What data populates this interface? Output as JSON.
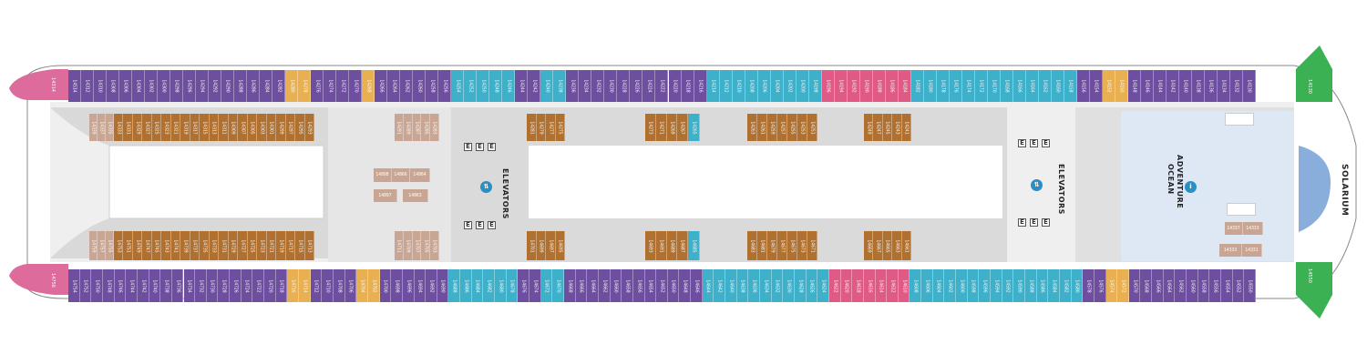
{
  "map": {
    "labels": {
      "elevators_forward": "ELEVATORS",
      "elevators_aft": "ELEVATORS",
      "adventure_ocean_line1": "ADVENTURE",
      "adventure_ocean_line2": "OCEAN",
      "solarium": "SOLARIUM"
    },
    "colors": {
      "purple": "#6e4e9e",
      "teal": "#3fb0c9",
      "pink": "#e05a86",
      "brown": "#b0702f",
      "orange": "#e8b050",
      "tan": "#c9a693",
      "green": "#3bb153",
      "hull_pink": "#dd6b9c",
      "deck_gray": "#dcdcdc",
      "light_blue": "#dde8f4"
    },
    "top_row_cabins": [
      "14514",
      "14312",
      "14310",
      "14308",
      "14306",
      "14304",
      "14302",
      "14300",
      "14298",
      "14296",
      "14294",
      "14292",
      "14290",
      "14288",
      "14286",
      "14284",
      "14282",
      "14280",
      "14278",
      "14276",
      "14274",
      "14272",
      "14270",
      "14268",
      "14266",
      "14264",
      "14262",
      "14260",
      "14258",
      "14256",
      "14254",
      "14252",
      "14250",
      "14248",
      "14246",
      "14244",
      "14242",
      "14240",
      "14238",
      "14236",
      "14234",
      "14232",
      "14230",
      "14228",
      "14226",
      "14224",
      "14222",
      "14220",
      "14218",
      "14216",
      "14214",
      "14212",
      "14210",
      "14208",
      "14206",
      "14204",
      "14202",
      "14200",
      "14198",
      "14196",
      "14194",
      "14192",
      "14190",
      "14188",
      "14186",
      "14184",
      "14182",
      "14180",
      "14178",
      "14176",
      "14174",
      "14172",
      "14170",
      "14168",
      "14166",
      "14164",
      "14162",
      "14160",
      "14158",
      "14156",
      "14154",
      "14152",
      "14150",
      "14148",
      "14146",
      "14144",
      "14142",
      "14140",
      "14138",
      "14136",
      "14134",
      "14132",
      "14130"
    ],
    "bottom_row_cabins": [
      "14754",
      "14752",
      "14750",
      "14748",
      "14746",
      "14744",
      "14742",
      "14740",
      "14738",
      "14736",
      "14734",
      "14732",
      "14730",
      "14728",
      "14726",
      "14724",
      "14722",
      "14720",
      "14718",
      "14716",
      "14714",
      "14712",
      "14710",
      "14708",
      "14706",
      "14704",
      "14702",
      "14700",
      "14698",
      "14696",
      "14694",
      "14692",
      "14690",
      "14688",
      "14686",
      "14684",
      "14682",
      "14680",
      "14678",
      "14676",
      "14674",
      "14672",
      "14670",
      "14668",
      "14666",
      "14664",
      "14662",
      "14660",
      "14658",
      "14656",
      "14654",
      "14652",
      "14650",
      "14648",
      "14646",
      "14644",
      "14642",
      "14640",
      "14638",
      "14636",
      "14634",
      "14632",
      "14630",
      "14628",
      "14626",
      "14624",
      "14622",
      "14620",
      "14618",
      "14616",
      "14614",
      "14612",
      "14610",
      "14608",
      "14606",
      "14604",
      "14602",
      "14600",
      "14598",
      "14596",
      "14594",
      "14592",
      "14590",
      "14588",
      "14586",
      "14584",
      "14582",
      "14580",
      "14578",
      "14576",
      "14574",
      "14572",
      "14570",
      "14568",
      "14566",
      "14564",
      "14562",
      "14560",
      "14558",
      "14556",
      "14554",
      "14552",
      "14550"
    ],
    "inner_top_cabins": [
      "14339",
      "14337",
      "14335",
      "14333",
      "14331",
      "14329",
      "14327",
      "14325",
      "14323",
      "14321",
      "14319",
      "14317",
      "14315",
      "14313",
      "14311",
      "14309",
      "14307",
      "14305",
      "14303",
      "14301",
      "14299",
      "14297",
      "14295",
      "14293",
      "14291",
      "14289",
      "14287",
      "14285",
      "14283",
      "14281",
      "14279",
      "14277",
      "14275",
      "14273",
      "14271",
      "14269",
      "14267",
      "14265",
      "14263",
      "14261",
      "14259",
      "14257",
      "14255",
      "14253",
      "14251",
      "14249",
      "14247",
      "14245",
      "14243",
      "14241"
    ],
    "inner_bottom_cabins": [
      "14759",
      "14757",
      "14755",
      "14753",
      "14751",
      "14749",
      "14747",
      "14745",
      "14743",
      "14741",
      "14739",
      "14737",
      "14735",
      "14733",
      "14731",
      "14729",
      "14727",
      "14725",
      "14723",
      "14721",
      "14719",
      "14717",
      "14715",
      "14713",
      "14711",
      "14709",
      "14707",
      "14705",
      "14703",
      "14701",
      "14699",
      "14697",
      "14695",
      "14693",
      "14691",
      "14689",
      "14687",
      "14685",
      "14683",
      "14681",
      "14679",
      "14677",
      "14675",
      "14673",
      "14671",
      "14669",
      "14667",
      "14665",
      "14663",
      "14661"
    ],
    "bow_top": "14130",
    "bow_bottom": "14550",
    "stern_top": "14314",
    "stern_bottom": "14756",
    "center_block_cabins": [
      "14898",
      "14866",
      "14864",
      "14897",
      "14863"
    ],
    "solarium_block_cabins": [
      "14337",
      "14333",
      "14333",
      "14331"
    ]
  }
}
